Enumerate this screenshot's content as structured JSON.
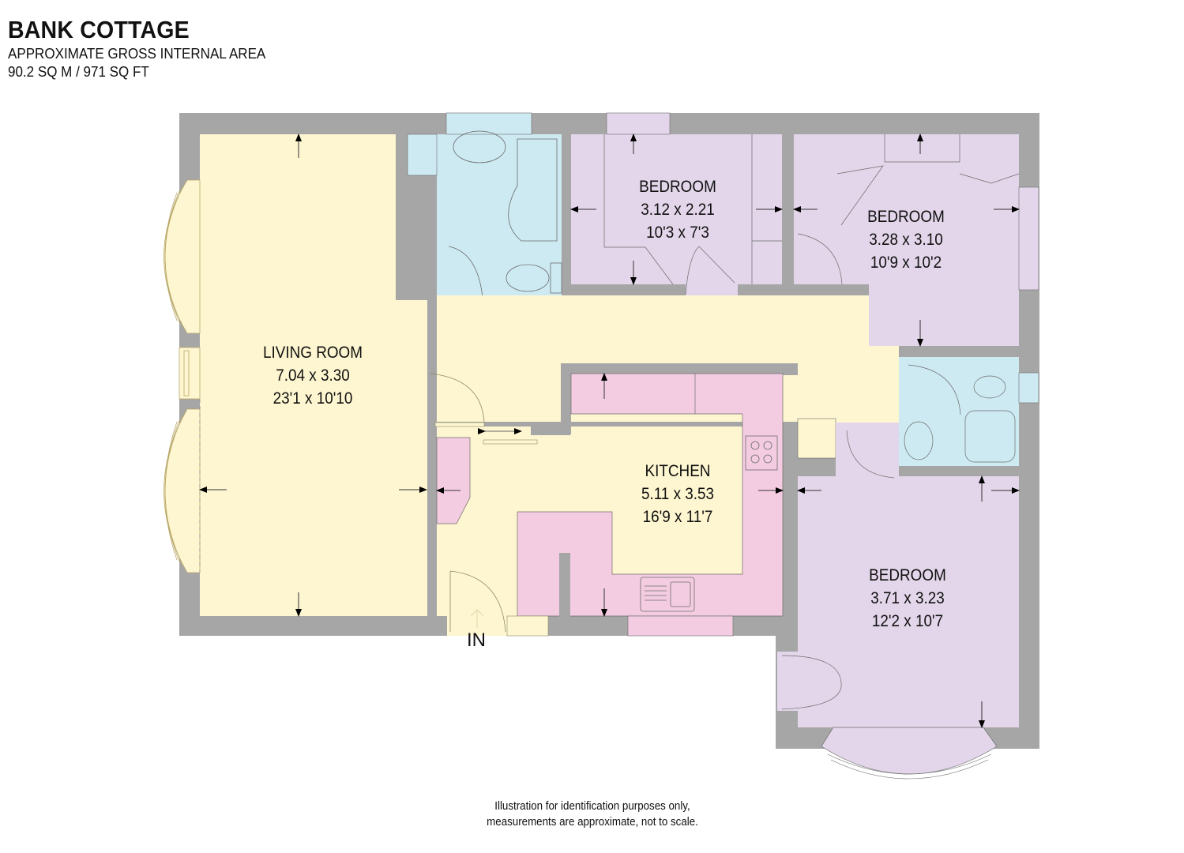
{
  "header": {
    "title": "BANK COTTAGE",
    "area_label": "APPROXIMATE GROSS INTERNAL AREA",
    "area_value": "90.2 SQ M / 971 SQ FT"
  },
  "colors": {
    "wall": "#a6a6a6",
    "living_hall": "#fef6d0",
    "bathroom": "#cdeaf3",
    "bedroom": "#e3d6ea",
    "kitchen_units": "#f4cce1",
    "line": "#6b6b6b"
  },
  "rooms": [
    {
      "id": "living-room",
      "name": "LIVING ROOM",
      "metric": "7.04 x 3.30",
      "imperial": "23'1 x 10'10"
    },
    {
      "id": "bedroom-1",
      "name": "BEDROOM",
      "metric": "3.12 x 2.21",
      "imperial": "10'3 x 7'3"
    },
    {
      "id": "bedroom-2",
      "name": "BEDROOM",
      "metric": "3.28 x 3.10",
      "imperial": "10'9 x 10'2"
    },
    {
      "id": "kitchen",
      "name": "KITCHEN",
      "metric": "5.11 x 3.53",
      "imperial": "16'9 x 11'7"
    },
    {
      "id": "bedroom-3",
      "name": "BEDROOM",
      "metric": "3.71 x 3.23",
      "imperial": "12'2 x 10'7"
    }
  ],
  "entrance_label": "IN",
  "footer": {
    "line1": "Illustration for identification purposes only,",
    "line2": "measurements are approximate, not to scale."
  }
}
